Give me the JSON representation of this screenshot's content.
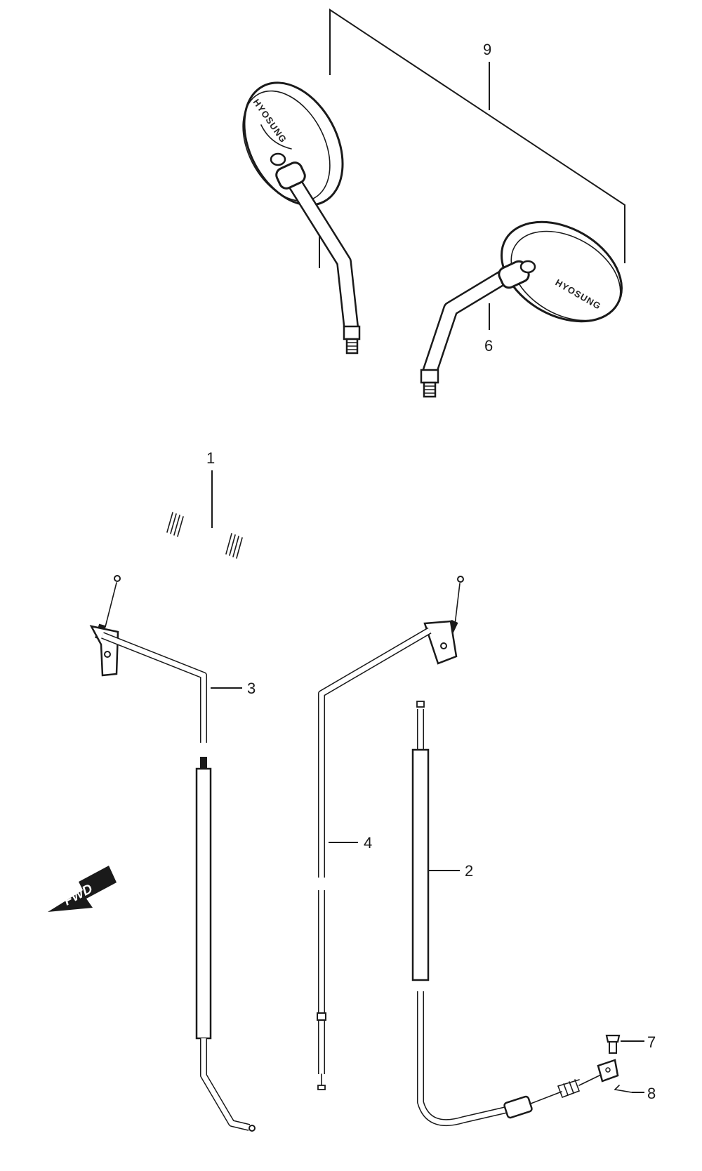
{
  "diagram": {
    "brand_text": "HYOSUNG",
    "direction_label": "FWD",
    "callouts": {
      "handlebar": "1",
      "cable_2": "2",
      "cable_3": "3",
      "cable_4": "4",
      "mirror_right": "6",
      "bolt": "7",
      "pin": "8",
      "mirror_set": "9"
    }
  }
}
